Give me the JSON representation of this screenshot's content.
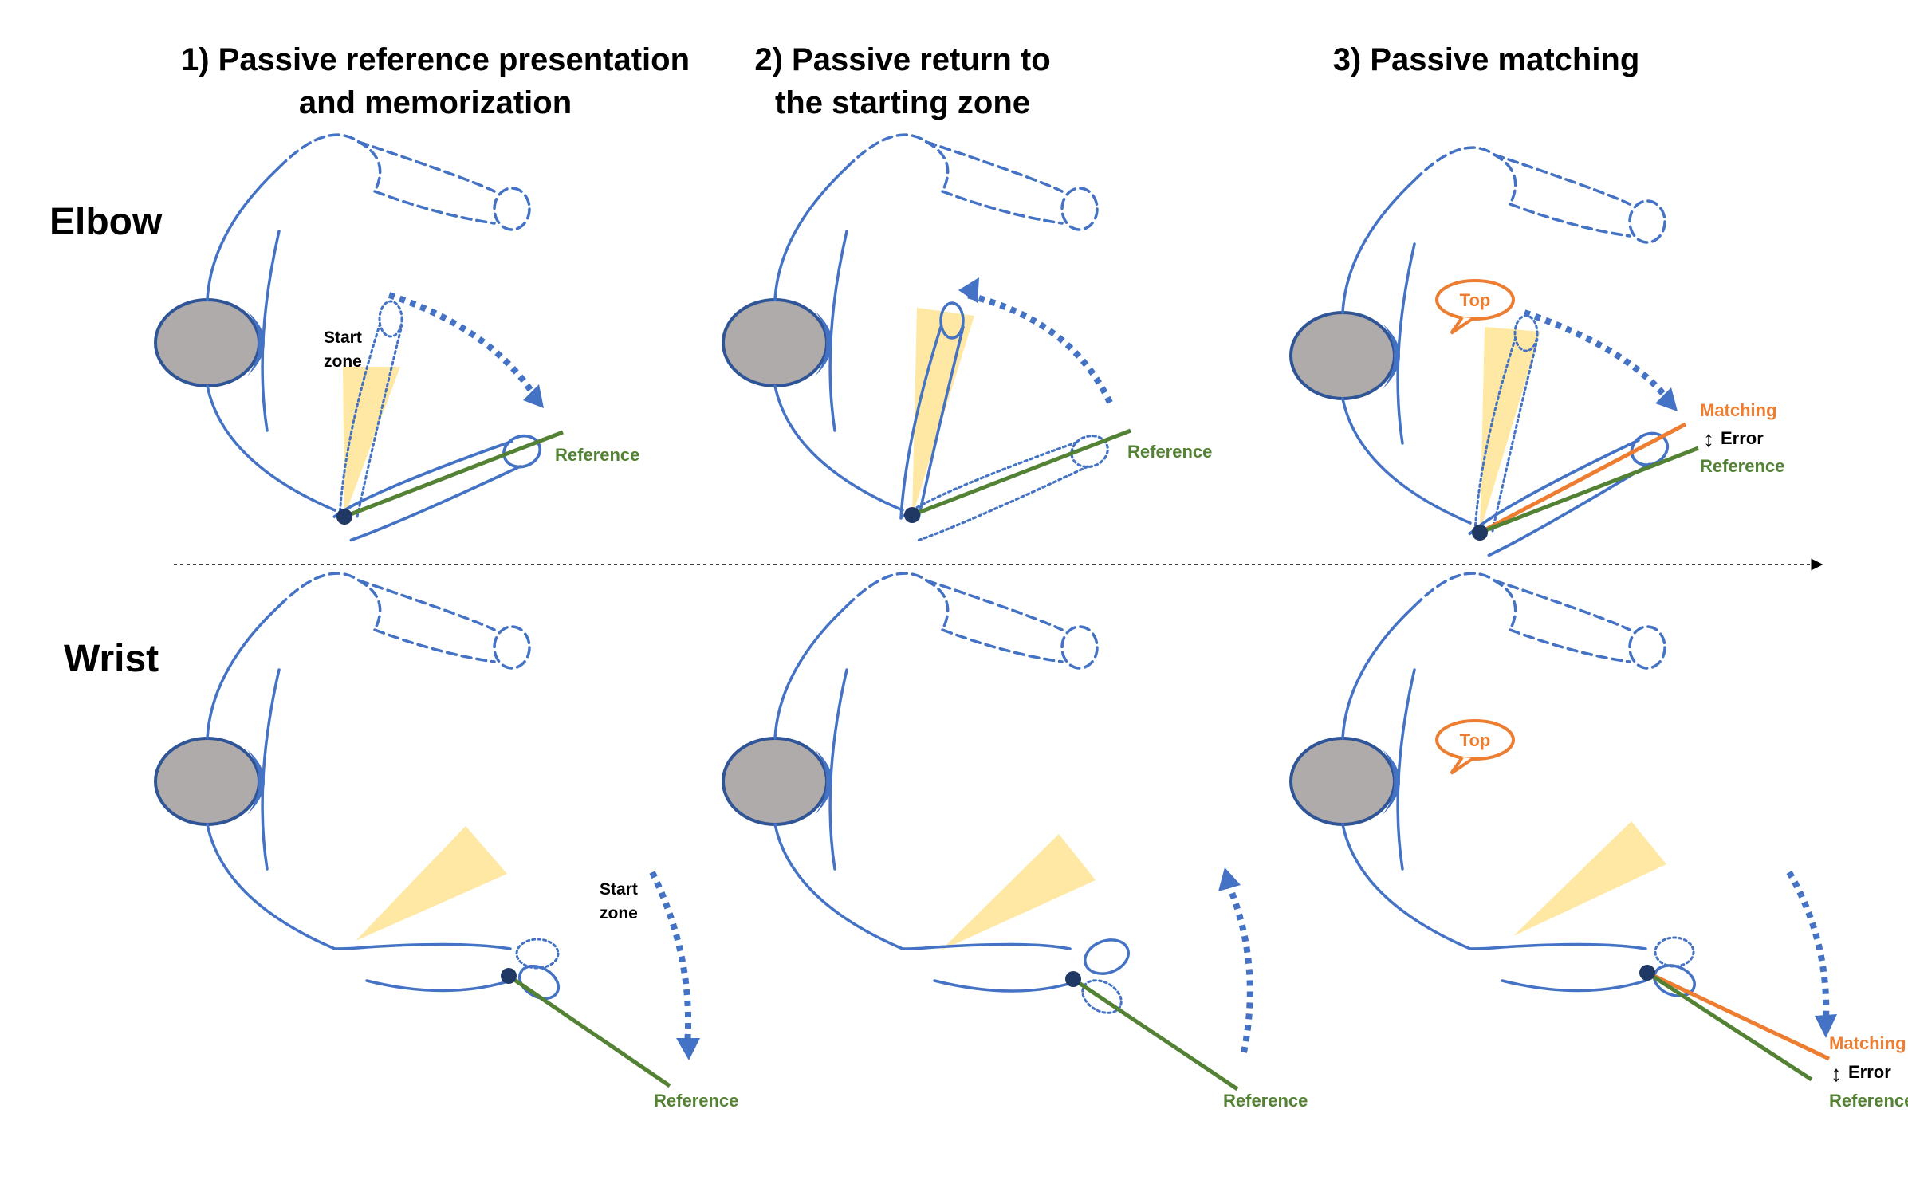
{
  "titles": {
    "col1_line1": "1) Passive reference presentation",
    "col1_line2": "and memorization",
    "col2_line1": "2) Passive return to",
    "col2_line2": "the starting zone",
    "col3_line1": "3) Passive matching"
  },
  "rows": {
    "elbow": "Elbow",
    "wrist": "Wrist"
  },
  "labels": {
    "reference": "Reference",
    "matching": "Matching",
    "error": "Error",
    "start": "Start",
    "zone": "zone",
    "top": "Top"
  },
  "colors": {
    "body": "#4472C4",
    "reference": "#548235",
    "matching": "#ED7D31",
    "start_zone": "#FFE699",
    "head": "#AFABAB"
  }
}
